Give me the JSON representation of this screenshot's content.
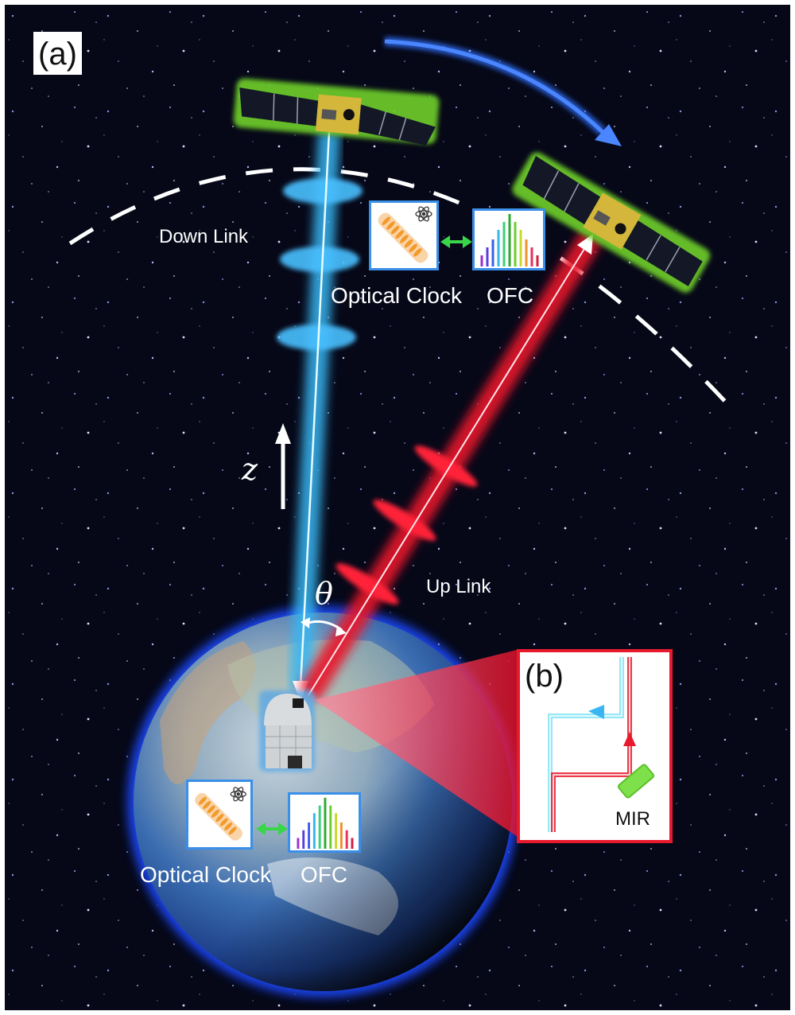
{
  "figure": {
    "panel_a_label": "(a)",
    "panel_b_label": "(b)",
    "background_color": "#060818"
  },
  "labels": {
    "down_link": "Down Link",
    "up_link": "Up Link",
    "z_axis": "z",
    "theta": "θ",
    "space_optical_clock": "Optical Clock",
    "space_ofc": "OFC",
    "ground_optical_clock": "Optical Clock",
    "ground_ofc": "OFC",
    "mirror": "MIR"
  },
  "elements": {
    "satellites": [
      {
        "name": "satellite-1",
        "position": "top-center"
      },
      {
        "name": "satellite-2",
        "position": "top-right"
      }
    ],
    "orbit_direction": "clockwise",
    "ground_station": "observatory-dome",
    "earth": "globe"
  },
  "colors": {
    "down_link_beam": "#39b6f2",
    "up_link_beam": "#e8192c",
    "orbit_arrow": "#2f6cf0",
    "satellite_glow": "#6fd02a",
    "inset_border": "#3a8fe8",
    "panel_b_border": "#e8192c",
    "mirror": "#7ee04a",
    "bidirectional_arrow": "#39d64a"
  },
  "ofc_comb": {
    "heights": [
      0.22,
      0.38,
      0.52,
      0.68,
      0.85,
      1.0,
      0.85,
      0.68,
      0.52,
      0.38,
      0.22
    ],
    "colors": [
      "#9b2fd0",
      "#5a3ee0",
      "#3a5ef0",
      "#34b8e8",
      "#3ccf7a",
      "#2fa82f",
      "#68d02a",
      "#c8d82a",
      "#f0902a",
      "#e8305a",
      "#d02040"
    ]
  }
}
